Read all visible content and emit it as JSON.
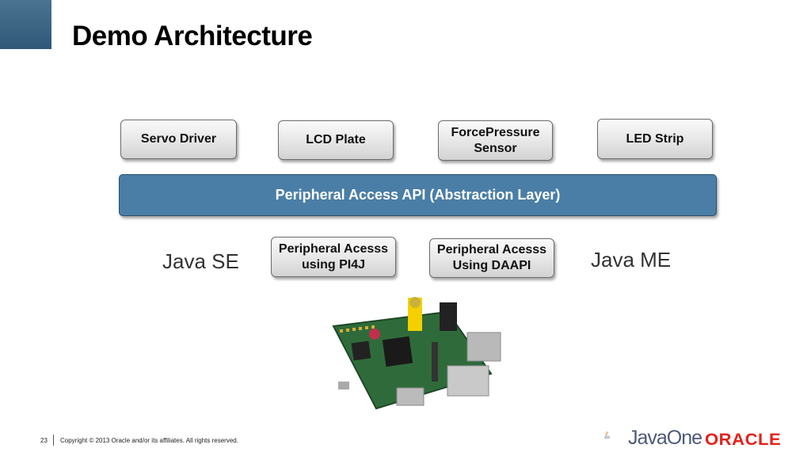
{
  "slide": {
    "title": "Demo Architecture",
    "page_number": "23",
    "copyright": "Copyright © 2013 Oracle and/or its affiliates. All rights reserved."
  },
  "devices": [
    {
      "label": "Servo Driver"
    },
    {
      "label": "LCD Plate"
    },
    {
      "label": "ForcePressure\nSensor"
    },
    {
      "label": "LED Strip"
    }
  ],
  "api_layer": {
    "label": "Peripheral Access API (Abstraction Layer)"
  },
  "implementations": [
    {
      "label": "Peripheral Acesss\nusing PI4J"
    },
    {
      "label": "Peripheral Acesss\nUsing DAAPI"
    }
  ],
  "platforms": {
    "left": "Java SE",
    "right": "Java ME"
  },
  "logos": {
    "javaone": "JavaOne",
    "oracle": "ORACLE"
  },
  "colors": {
    "accent_blue": "#4a7ea6",
    "oracle_red": "#e4211b"
  }
}
